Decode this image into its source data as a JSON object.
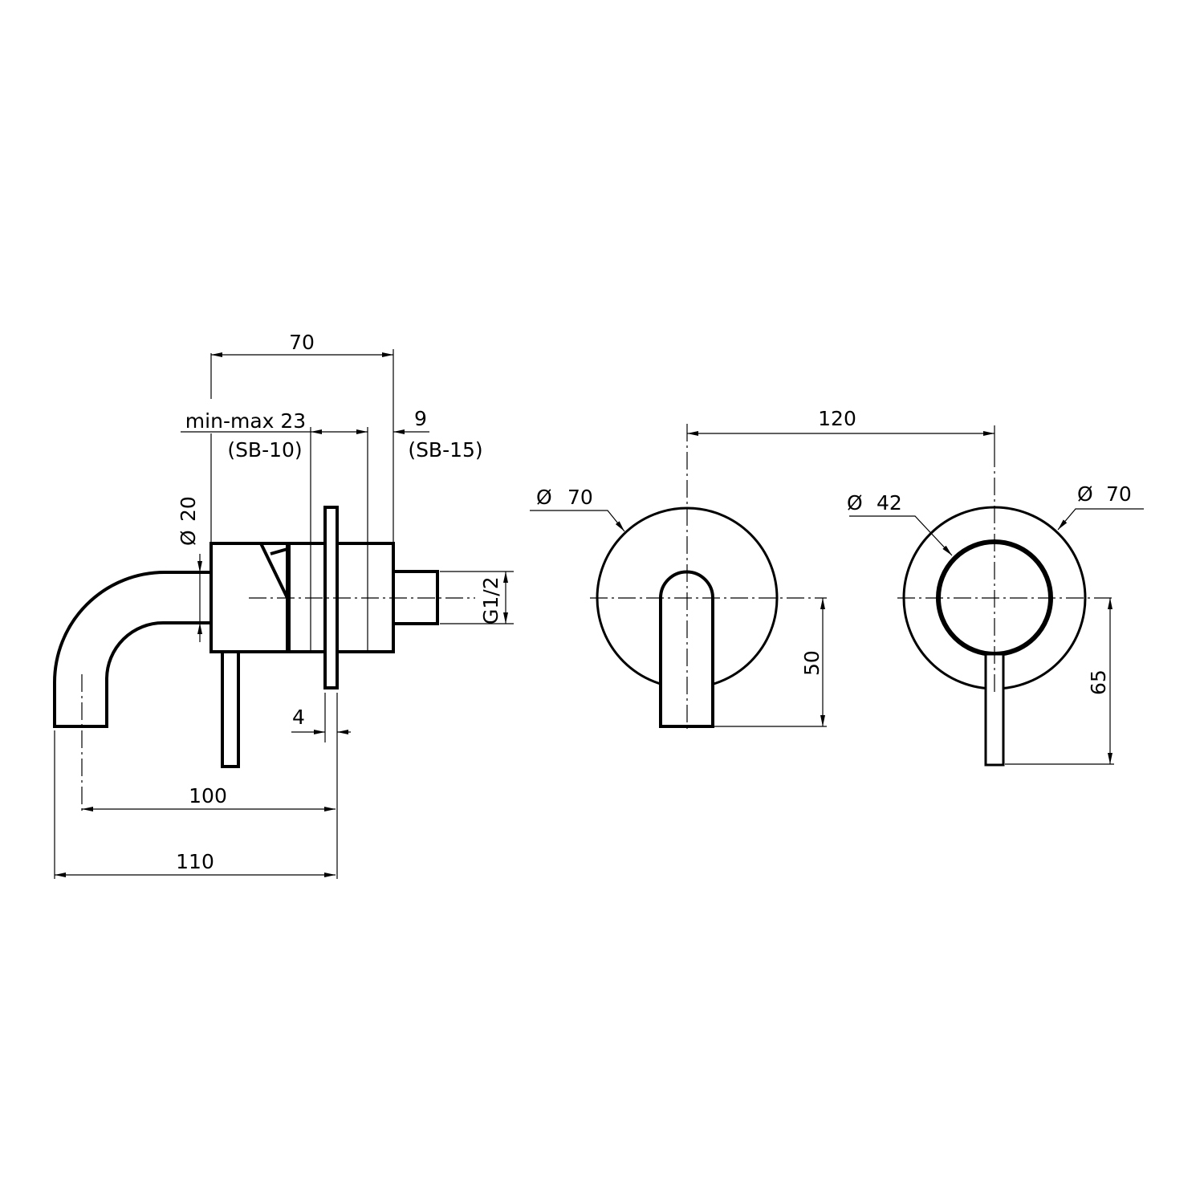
{
  "side_view": {
    "dim_overall_depth": "70",
    "dim_wall_range": "min-max 23",
    "dim_wall_range_model": "(SB-10)",
    "dim_extension": "9",
    "dim_extension_model": "(SB-15)",
    "dim_spout_diameter": "20",
    "dim_thread": "G1/2",
    "dim_flange_thickness": "4",
    "dim_spout_reach": "100",
    "dim_total_reach": "110"
  },
  "front_view_spout": {
    "dim_centers": "120",
    "dim_plate_diameter": "70",
    "dim_spout_drop": "50"
  },
  "front_view_mixer": {
    "dim_handle_diameter": "42",
    "dim_plate_diameter": "70",
    "dim_lever_drop": "65"
  },
  "diameter_symbol": "Ø"
}
